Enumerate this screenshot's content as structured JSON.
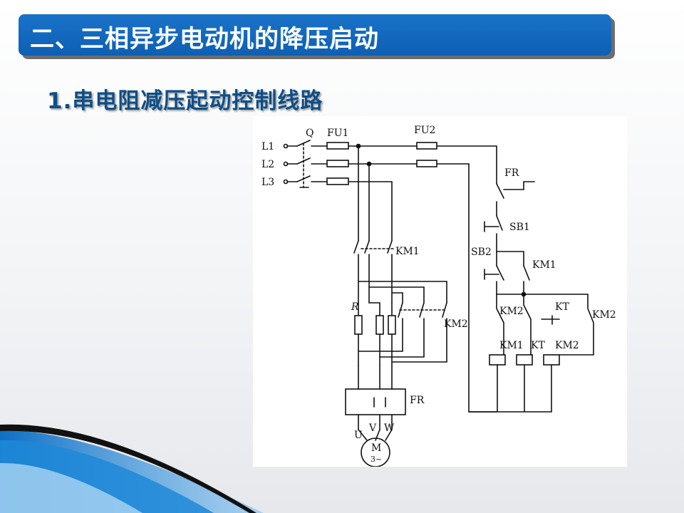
{
  "slide": {
    "title": "二、三相异步电动机的降压启动",
    "subtitle": "1.串电阻减压起动控制线路"
  },
  "diagram": {
    "labels": {
      "L1": "L1",
      "L2": "L2",
      "L3": "L3",
      "Q": "Q",
      "FU1": "FU1",
      "FU2": "FU2",
      "FR_ctrl": "FR",
      "SB1": "SB1",
      "SB2": "SB2",
      "KM1_main": "KM1",
      "KM1_ctrl": "KM1",
      "R": "R",
      "KM2_main": "KM2",
      "KM2_ctrl": "KM2",
      "KT_contact": "KT",
      "KM2_hold": "KM2",
      "coil_KM1": "KM1",
      "coil_KT": "KT",
      "coil_KM2": "KM2",
      "FR_main": "FR",
      "U": "U",
      "V": "V",
      "W": "W",
      "M": "M",
      "M_sub": "3~"
    }
  },
  "colors": {
    "title_bar": "#1a73c9",
    "subtitle": "#0f4e86",
    "deco_blue": "#1e88d8"
  }
}
